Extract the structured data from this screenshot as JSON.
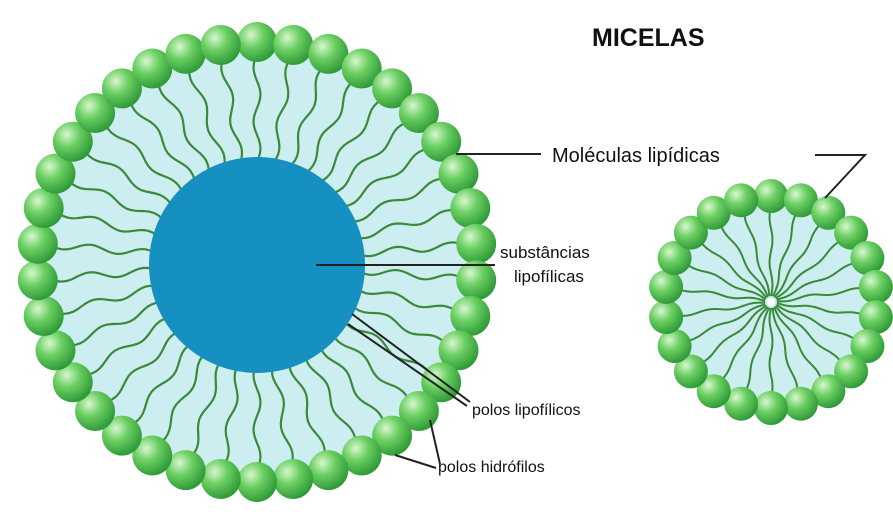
{
  "title": "MICELAS",
  "labels": {
    "lipid_molecules": "Moléculas lipídicas",
    "lipophilic_substances_line1": "substâncias",
    "lipophilic_substances_line2": "lipofílicas",
    "lipophilic_poles": "polos  lipofílicos",
    "hydrophilic_poles": "polos hidrófilos"
  },
  "colors": {
    "head_green": "#4cb84c",
    "head_dark": "#2a8f33",
    "head_light": "#c8f0c0",
    "tail_green": "#3a8a3a",
    "fill_light_blue": "#cdeef0",
    "core_blue": "#1590c0",
    "line": "#222222"
  }
}
